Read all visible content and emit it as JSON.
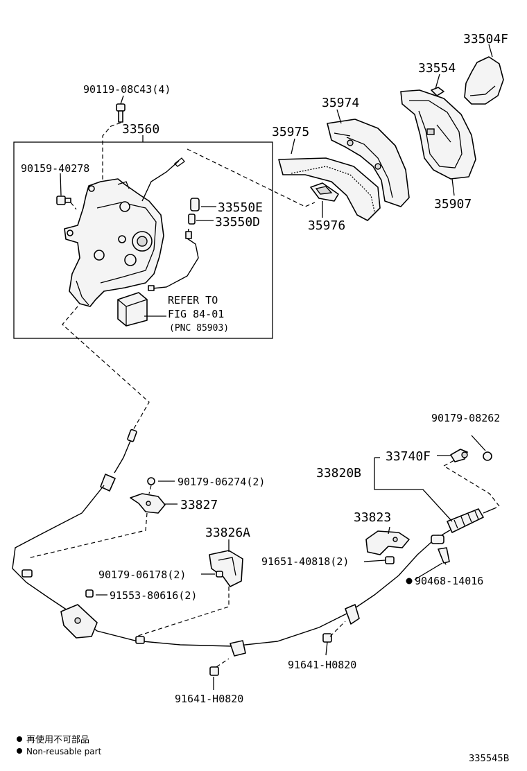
{
  "labels": {
    "p33504F": "33504F",
    "p33554": "33554",
    "p35974": "35974",
    "p35975": "35975",
    "p90119": "90119-08C43(4)",
    "p33560": "33560",
    "p90159": "90159-40278",
    "p33550E": "33550E",
    "p33550D": "33550D",
    "p35976": "35976",
    "p35907": "35907",
    "refer1": "REFER TO",
    "refer2": "FIG 84-01",
    "refer3": "(PNC 85903)",
    "p90179_08262": "90179-08262",
    "p33740F": "33740F",
    "p33820B": "33820B",
    "p90179_06274": "90179-06274(2)",
    "p33827": "33827",
    "p33823": "33823",
    "p33826A": "33826A",
    "p91651": "91651-40818(2)",
    "p90179_06178": "90179-06178(2)",
    "p90468": "90468-14016",
    "p91553": "91553-80616(2)",
    "p91641a": "91641-H0820",
    "p91641b": "91641-H0820"
  },
  "legend": {
    "jp": "再使用不可部品",
    "en": "Non-reusable part"
  },
  "figure_id": "335545B"
}
